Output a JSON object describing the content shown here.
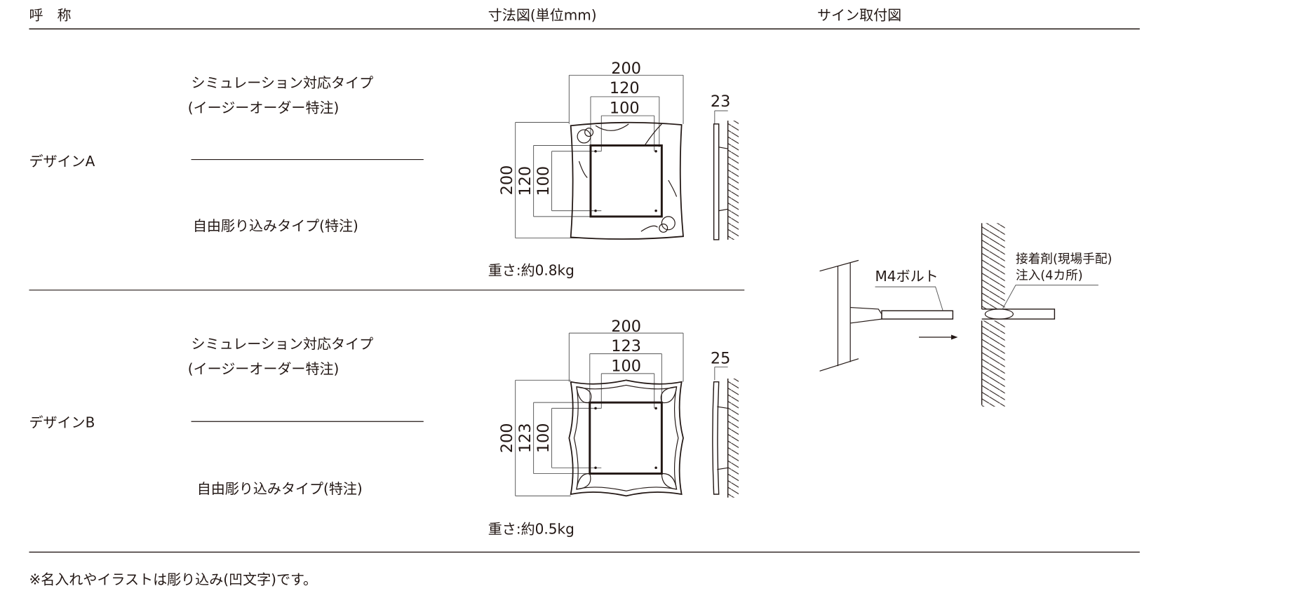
{
  "header": {
    "name_col": "呼　称",
    "dimension_col": "寸法図(単位mm)",
    "mounting_col": "サイン取付図"
  },
  "designs": [
    {
      "name": "デザインA",
      "type_sim_line1": "シミュレーション対応タイプ",
      "type_sim_line2": "(イージーオーダー特注)",
      "type_free": "自由彫り込みタイプ(特注)",
      "dim_outer": "200",
      "dim_mid": "120",
      "dim_inner": "100",
      "thickness": "23",
      "weight": "重さ:約0.8kg"
    },
    {
      "name": "デザインB",
      "type_sim_line1": "シミュレーション対応タイプ",
      "type_sim_line2": "(イージーオーダー特注)",
      "type_free": "自由彫り込みタイプ(特注)",
      "dim_outer": "200",
      "dim_mid": "123",
      "dim_inner": "100",
      "thickness": "25",
      "weight": "重さ:約0.5kg"
    }
  ],
  "mounting": {
    "bolt_label": "M4ボルト",
    "adhesive_line1": "接着剤(現場手配)",
    "adhesive_line2": "注入(4カ所)"
  },
  "footnote": "※名入れやイラストは彫り込み(凹文字)です。"
}
